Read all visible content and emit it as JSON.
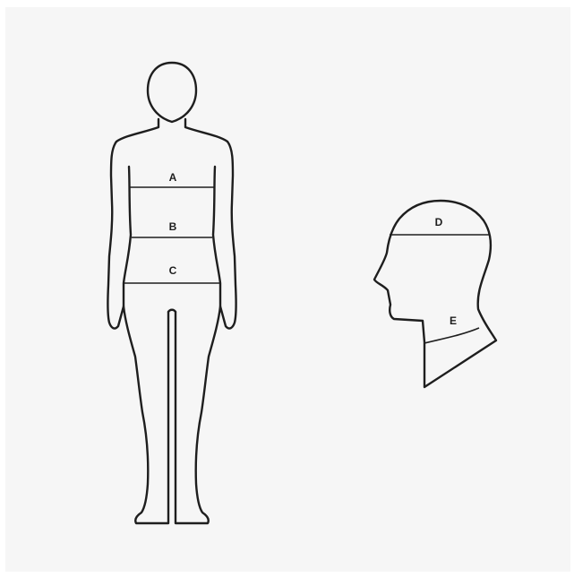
{
  "diagram": {
    "labels": {
      "chest": "A",
      "waist": "B",
      "hips": "C",
      "head": "D",
      "neck": "E"
    },
    "colors": {
      "background": "#f6f6f6",
      "stroke": "#1e1e1e"
    }
  }
}
